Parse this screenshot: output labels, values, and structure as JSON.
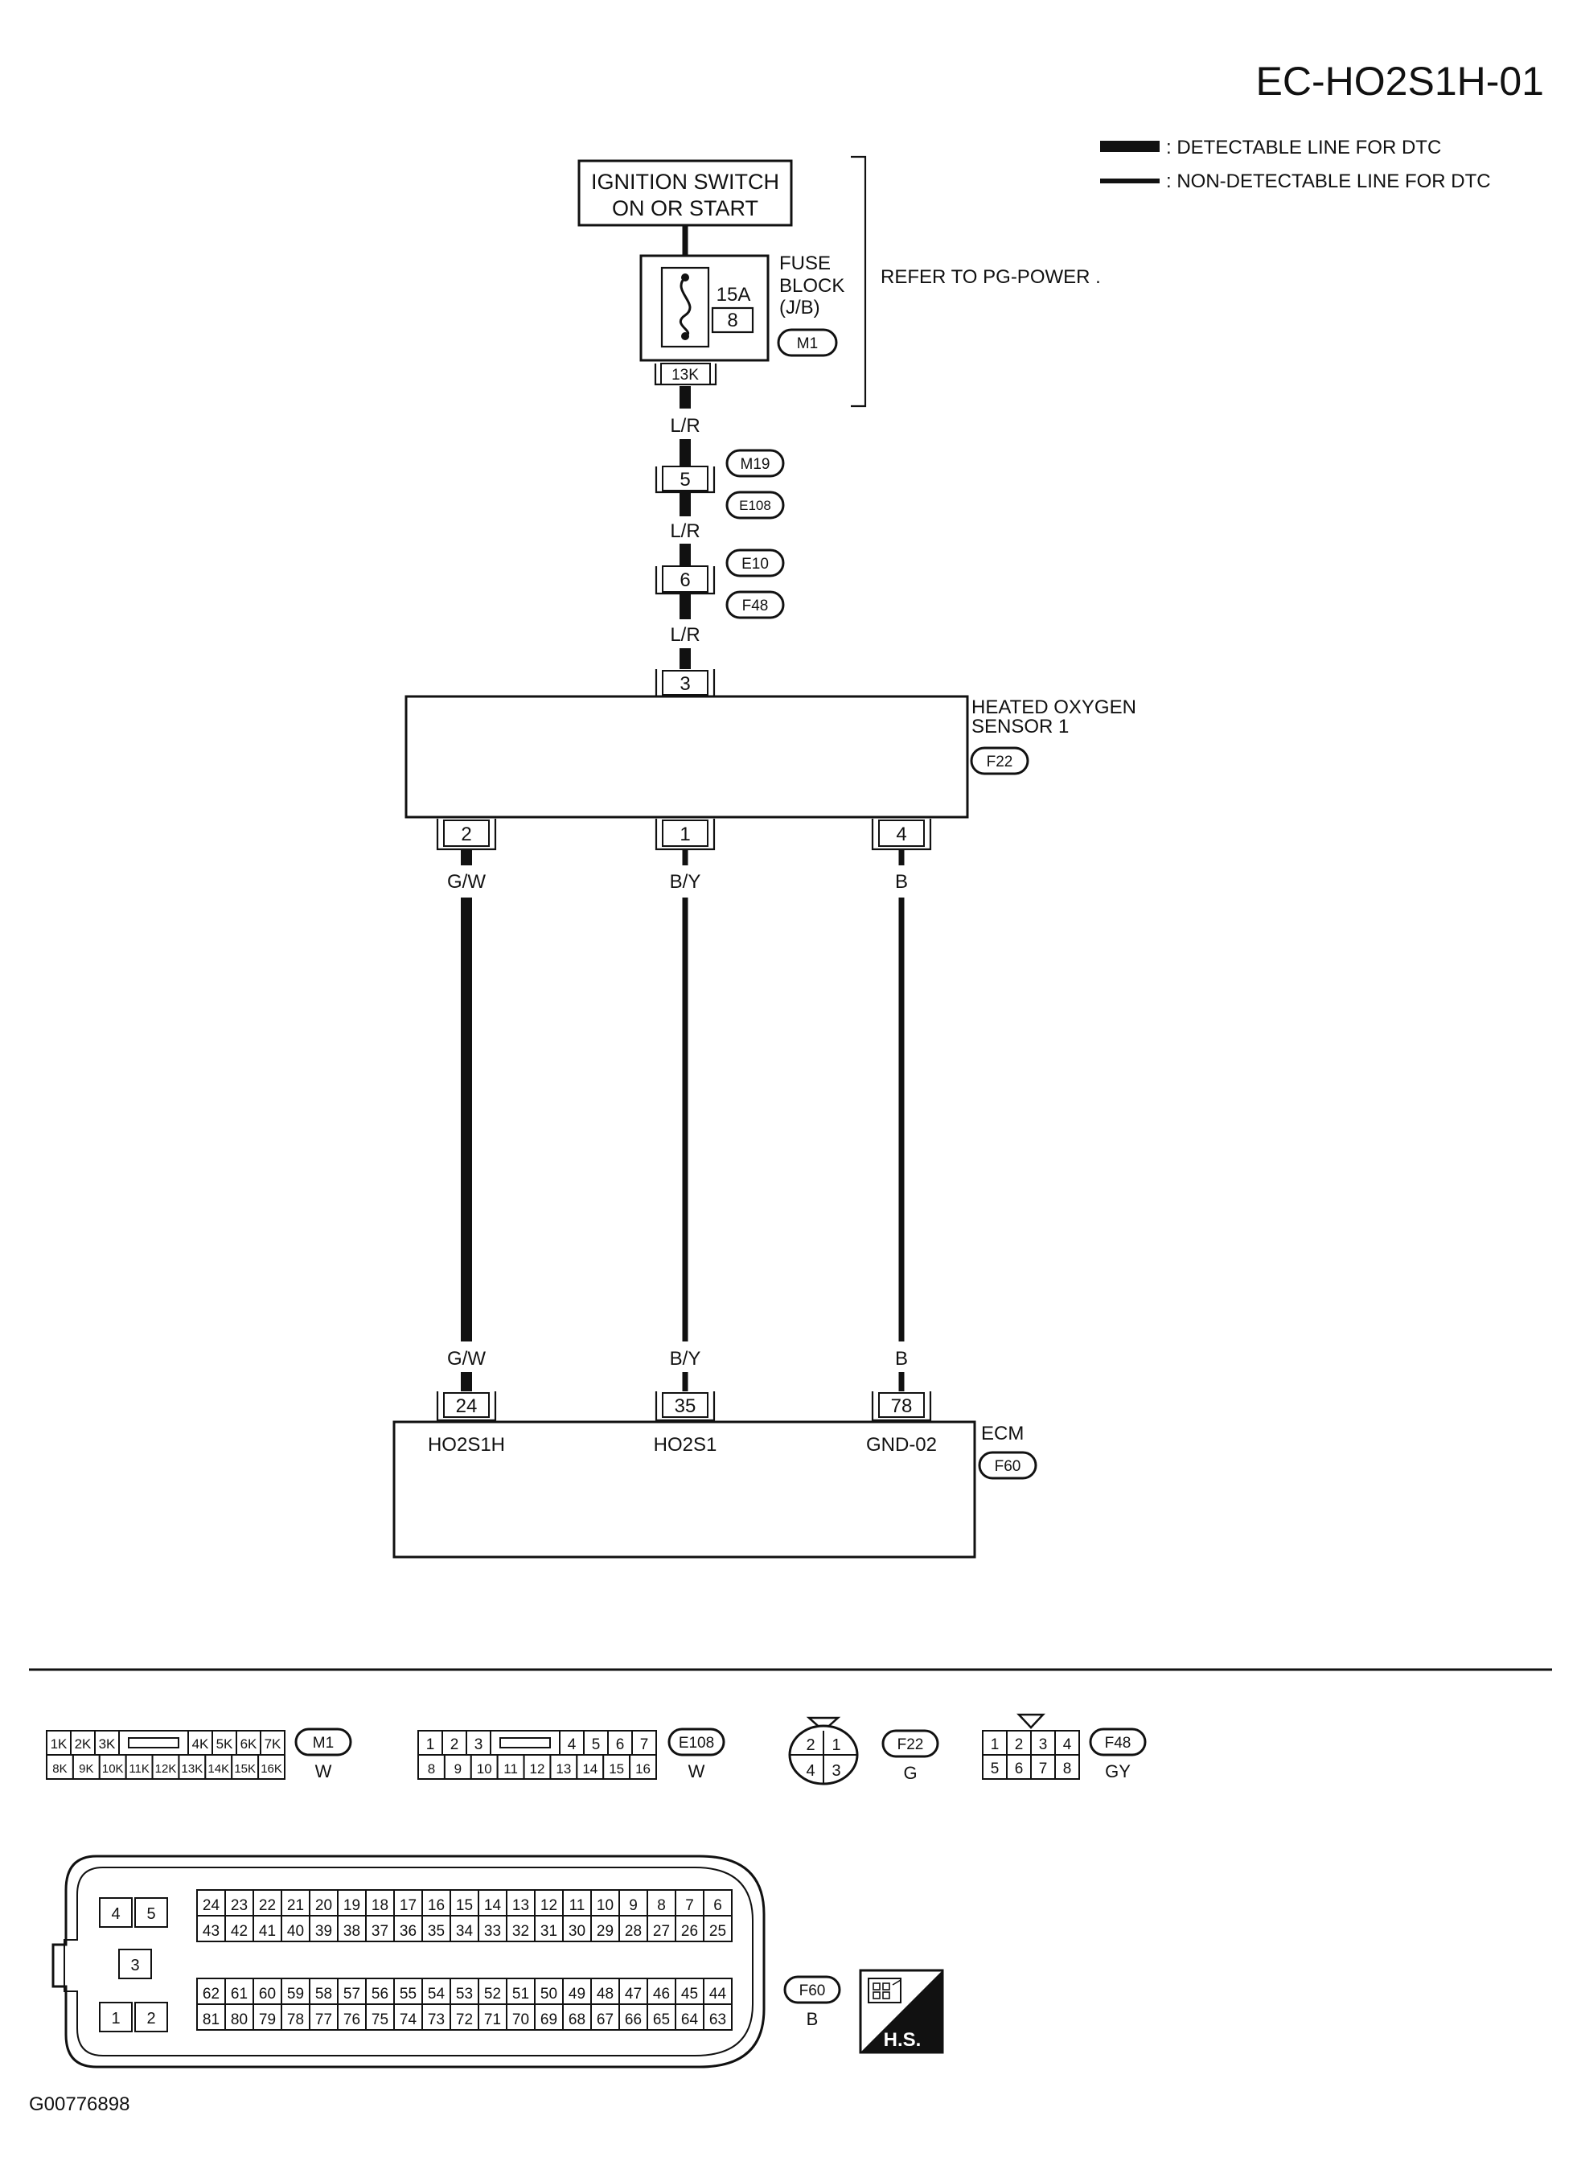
{
  "title": "EC-HO2S1H-01",
  "legend": {
    "detectable": ": DETECTABLE LINE FOR DTC",
    "non_detectable": ": NON-DETECTABLE LINE FOR DTC"
  },
  "power": {
    "ignition_line1": "IGNITION SWITCH",
    "ignition_line2": "ON OR START",
    "fuse_amp": "15A",
    "fuse_no": "8",
    "fuse_line1": "FUSE",
    "fuse_line2": "BLOCK",
    "fuse_line3": "(J/B)",
    "fuse_connector": "M1",
    "fuse_terminal": "13K",
    "refer": "REFER TO  PG-POWER ."
  },
  "supply_wire": {
    "color": "L/R",
    "joints": [
      {
        "terminal": "5",
        "conn_a": "M19",
        "conn_b": "E108"
      },
      {
        "terminal": "6",
        "conn_a": "E10",
        "conn_b": "F48"
      }
    ]
  },
  "sensor": {
    "name_line1": "HEATED OXYGEN",
    "name_line2": "SENSOR 1",
    "connector": "F22",
    "supply_terminal": "3"
  },
  "signals": [
    {
      "sensor_pin": "2",
      "color": "G/W",
      "ecm_pin": "24",
      "ecm_label": "HO2S1H",
      "detectable": true
    },
    {
      "sensor_pin": "1",
      "color": "B/Y",
      "ecm_pin": "35",
      "ecm_label": "HO2S1",
      "detectable": false
    },
    {
      "sensor_pin": "4",
      "color": "B",
      "ecm_pin": "78",
      "ecm_label": "GND-02",
      "detectable": false
    }
  ],
  "ecm": {
    "name": "ECM",
    "connector": "F60"
  },
  "connectors": {
    "m1": {
      "id": "M1",
      "color": "W",
      "top": [
        "1K",
        "2K",
        "3K",
        "",
        "4K",
        "5K",
        "6K",
        "7K"
      ],
      "bottom": [
        "8K",
        "9K",
        "10K",
        "11K",
        "12K",
        "13K",
        "14K",
        "15K",
        "16K"
      ]
    },
    "e108": {
      "id": "E108",
      "color": "W",
      "top": [
        "1",
        "2",
        "3",
        "",
        "4",
        "5",
        "6",
        "7"
      ],
      "bottom": [
        "8",
        "9",
        "10",
        "11",
        "12",
        "13",
        "14",
        "15",
        "16"
      ]
    },
    "f22": {
      "id": "F22",
      "color": "G",
      "pins": [
        "2",
        "1",
        "4",
        "3"
      ]
    },
    "f48": {
      "id": "F48",
      "color": "GY",
      "top": [
        "1",
        "2",
        "3",
        "4"
      ],
      "bottom": [
        "5",
        "6",
        "7",
        "8"
      ]
    },
    "f60": {
      "id": "F60",
      "color": "B",
      "small": [
        "4",
        "5",
        "3",
        "1",
        "2"
      ],
      "row1": [
        "24",
        "23",
        "22",
        "21",
        "20",
        "19",
        "18",
        "17",
        "16",
        "15",
        "14",
        "13",
        "12",
        "11",
        "10",
        "9",
        "8",
        "7",
        "6"
      ],
      "row2": [
        "43",
        "42",
        "41",
        "40",
        "39",
        "38",
        "37",
        "36",
        "35",
        "34",
        "33",
        "32",
        "31",
        "30",
        "29",
        "28",
        "27",
        "26",
        "25"
      ],
      "row3": [
        "62",
        "61",
        "60",
        "59",
        "58",
        "57",
        "56",
        "55",
        "54",
        "53",
        "52",
        "51",
        "50",
        "49",
        "48",
        "47",
        "46",
        "45",
        "44"
      ],
      "row4": [
        "81",
        "80",
        "79",
        "78",
        "77",
        "76",
        "75",
        "74",
        "73",
        "72",
        "71",
        "70",
        "69",
        "68",
        "67",
        "66",
        "65",
        "64",
        "63"
      ]
    }
  },
  "hs_label": "H.S.",
  "figure_id": "G00776898"
}
